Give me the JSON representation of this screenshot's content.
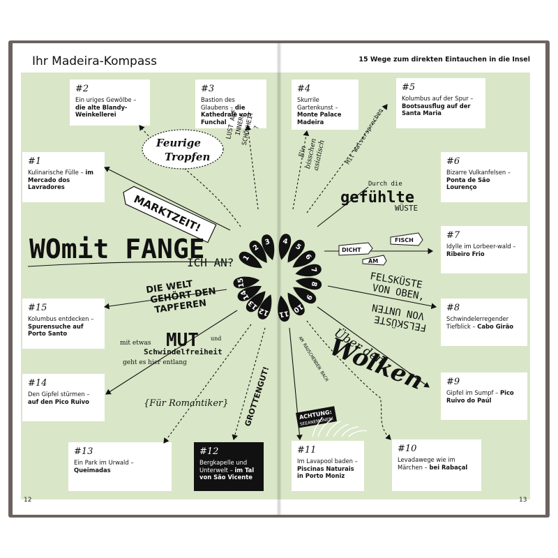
{
  "header": {
    "left_title": "Ihr Madeira-Kompass",
    "right_title": "15 Wege zum direkten Eintauchen in die Insel"
  },
  "page_numbers": {
    "left": "12",
    "right": "13"
  },
  "cards": {
    "c1": {
      "num": "#1",
      "text": "Kulinarische Fülle –",
      "bold": "im Mercado dos Lavradores"
    },
    "c2": {
      "num": "#2",
      "text": "Ein uriges Gewölbe –",
      "bold": "die alte Blandy-Weinkellerei"
    },
    "c3": {
      "num": "#3",
      "text": "Bastion des Glaubens –",
      "bold": "die Kathedrale von Funchal"
    },
    "c4": {
      "num": "#4",
      "text": "Skurrile Gartenkunst –",
      "bold": "Monte Palace Madeira"
    },
    "c5": {
      "num": "#5",
      "text": "Kolumbus auf der Spur –",
      "bold": "Bootsausflug auf der Santa Maria"
    },
    "c6": {
      "num": "#6",
      "text": "Bizarre Vulkanfelsen –",
      "bold": "Ponta de São Lourenço"
    },
    "c7": {
      "num": "#7",
      "text": "Idylle im Lorbeer-wald –",
      "bold": "Ribeiro Frio"
    },
    "c8": {
      "num": "#8",
      "text": "Schwindelerregender Tiefblick –",
      "bold": "Cabo Girão"
    },
    "c9": {
      "num": "#9",
      "text": "Gipfel im Sumpf –",
      "bold": "Pico Ruivo do Paúl"
    },
    "c10": {
      "num": "#10",
      "text": "Levadawege wie im Märchen –",
      "bold": "bei Rabaçal"
    },
    "c11": {
      "num": "#11",
      "text": "Im Lavapool baden –",
      "bold": "Piscinas Naturais in Porto Moniz"
    },
    "c12": {
      "num": "#12",
      "text": "Bergkapelle und Unterwelt –",
      "bold": "im Tal von São Vicente"
    },
    "c13": {
      "num": "#13",
      "text": "Ein Park im Urwald –",
      "bold": "Queimadas"
    },
    "c14": {
      "num": "#14",
      "text": "Den Gipfel stürmen –",
      "bold": "auf den Pico Ruivo"
    },
    "c15": {
      "num": "#15",
      "text": "Kolumbus entdecken –",
      "bold": "Spurensuche auf Porto Santo"
    }
  },
  "labels": {
    "feurige1": "Feurige",
    "feurige2": "Tropfen",
    "marktzeit": "MARKTZEIT!",
    "lust1": "LUST AUF",
    "lust2": "INNERE",
    "lust3": "SCHÖNHEIT",
    "lust4": "?",
    "womit1": "WOmit FANGE",
    "womit2": "ICH AN?",
    "welt1": "DIE WELT",
    "welt2": "GEHÖRT DEN",
    "welt3": "TAPFEREN",
    "mut_pre": "mit etwas",
    "mut": "MUT",
    "mut_und": "und",
    "schwindel": "Schwindelfreiheit",
    "geht": "geht es hier entlang",
    "romantiker": "{Für Romantiker}",
    "grottengut": "GROTTENGUT!",
    "asiatisch1": "Ein",
    "asiatisch2": "bisschen",
    "asiatisch3": "asiatisch",
    "walversprechen": "Mit Walversprechen",
    "durch": "Durch die",
    "gefuehlte": "gefühlte",
    "wueste": "WÜSTE",
    "dicht": "DICHT",
    "am": "AM",
    "fisch": "FISCH",
    "fels1": "FELSKÜSTE",
    "fels2": "VON OBEN,",
    "fels3": "FELSKÜSTE",
    "fels4": "VON UNTEN",
    "ueber": "Über den",
    "wolken": "Wolken",
    "bach": "AM RAUSCHENDEN BACH",
    "achtung1": "ACHTUNG:",
    "achtung2": "SEEANEMONEN!"
  },
  "compass": {
    "petals_left": [
      "1",
      "2",
      "3",
      "15",
      "14",
      "13",
      "12"
    ],
    "petals_right": [
      "4",
      "5",
      "6",
      "7",
      "8",
      "9",
      "10",
      "11"
    ]
  },
  "colors": {
    "green_panel": "#d9e6c7",
    "ink": "#111111",
    "book_edge": "#6a6360"
  }
}
